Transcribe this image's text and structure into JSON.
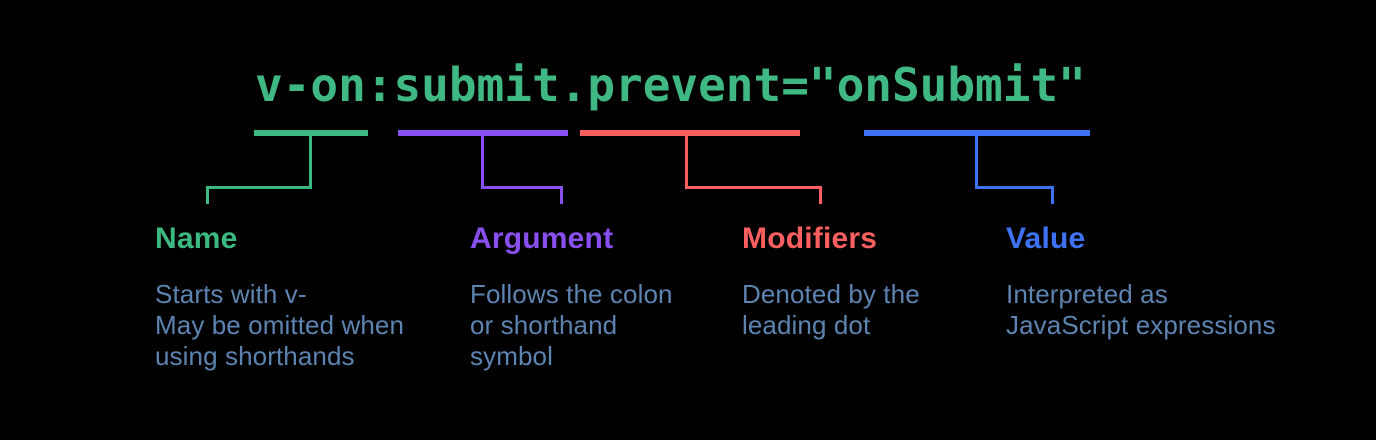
{
  "background": "#000000",
  "code": {
    "text": "v-on:submit.prevent=\"onSubmit\"",
    "color": "#40b883"
  },
  "desc_color": "#5d84b0",
  "sections": [
    {
      "heading": "Name",
      "color": "#3cb881",
      "desc_lines": [
        "Starts with v-",
        "May be omitted when",
        "using shorthands"
      ]
    },
    {
      "heading": "Argument",
      "color": "#8a4ff0",
      "desc_lines": [
        "Follows the colon",
        "or shorthand",
        "symbol"
      ]
    },
    {
      "heading": "Modifiers",
      "color": "#fb5f5f",
      "desc_lines": [
        "Denoted by the",
        "leading dot"
      ]
    },
    {
      "heading": "Value",
      "color": "#3e72f4",
      "desc_lines": [
        "Interpreted as",
        "JavaScript expressions"
      ]
    }
  ]
}
